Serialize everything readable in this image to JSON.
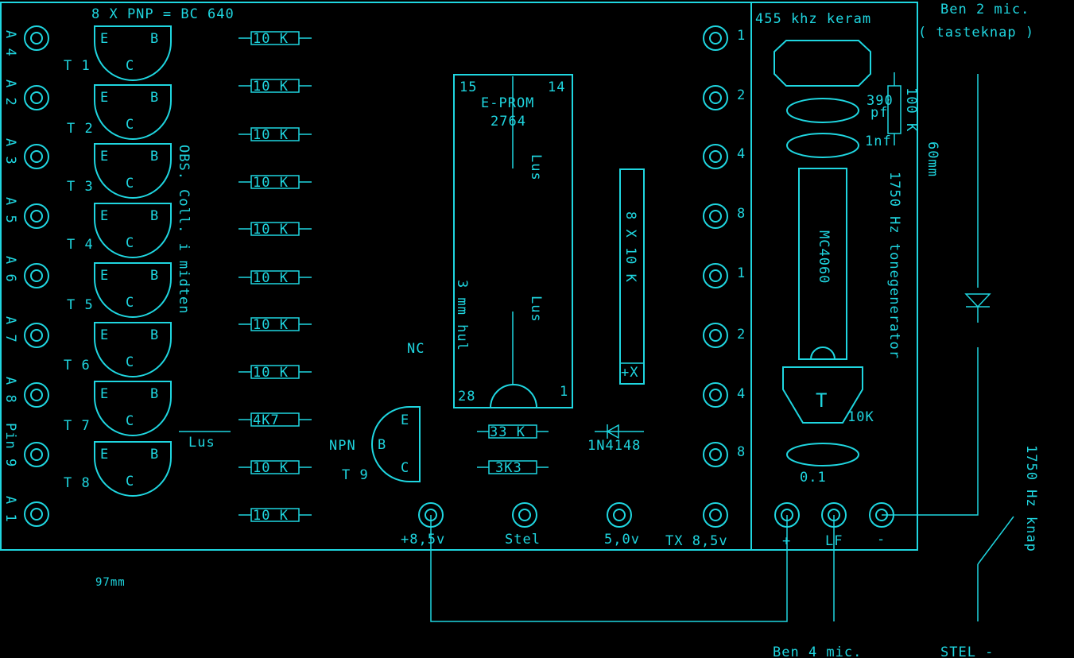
{
  "header": {
    "transistor_note": "8 X PNP = BC 640",
    "crystal": "455 khz keram",
    "mic_pin2": "Ben 2 mic.",
    "tasteknap": "( tasteknap )",
    "mic_pin4": "Ben 4  mic.",
    "stel_minus": "STEL   -"
  },
  "left_labels": [
    "A 4",
    "A 2",
    "A 3",
    "A 5",
    "A 6",
    "A 7",
    "A 8",
    "Pin 9",
    "A 1"
  ],
  "transistors": {
    "names": [
      "T 1",
      "T 2",
      "T 3",
      "T 4",
      "T 5",
      "T 6",
      "T 7",
      "T 8"
    ],
    "emitter": "E",
    "base": "B",
    "collector": "C"
  },
  "resistors": [
    "10 K",
    "10 K",
    "10 K",
    "10 K",
    "10 K",
    "10 K",
    "10 K",
    "10 K",
    "4K7",
    "10 K",
    "10 K"
  ],
  "notes": {
    "obs": "OBS. Coll. i midten",
    "lus_left": "Lus",
    "nc": "NC",
    "hole": "3 mm hul",
    "lus_top": "Lus",
    "lus_bottom": "Lus",
    "width": "97mm",
    "height": "60mm"
  },
  "eprom": {
    "name": "E-PROM",
    "part": "2764",
    "pin15": "15",
    "pin14": "14",
    "pin28": "28",
    "pin1": "1"
  },
  "npn": {
    "type": "NPN",
    "name": "T 9",
    "e": "E",
    "b": "B",
    "c": "C"
  },
  "parts": {
    "r33k": "33 K",
    "r3k3": "3K3",
    "diode": "1N4148",
    "array": "8 X 10 K",
    "array_mark": "+X"
  },
  "right_pins": [
    "1",
    "2",
    "4",
    "8",
    "1",
    "2",
    "4",
    "8"
  ],
  "bottom_pads": [
    "+8,5v",
    "Stel",
    "5,0v",
    "TX 8,5v"
  ],
  "tone_section": {
    "cap1": "390",
    "cap1_unit": "pf",
    "res100": "100 K",
    "cap2": "1nf",
    "ic": "MC4060",
    "transistor": "T",
    "r10k": "10K",
    "cap3": "0.1",
    "title": "1750 Hz tonegenerator",
    "pad_plus": "+",
    "pad_lf": "LF",
    "pad_minus": "-"
  },
  "knap": "1750 Hz knap"
}
